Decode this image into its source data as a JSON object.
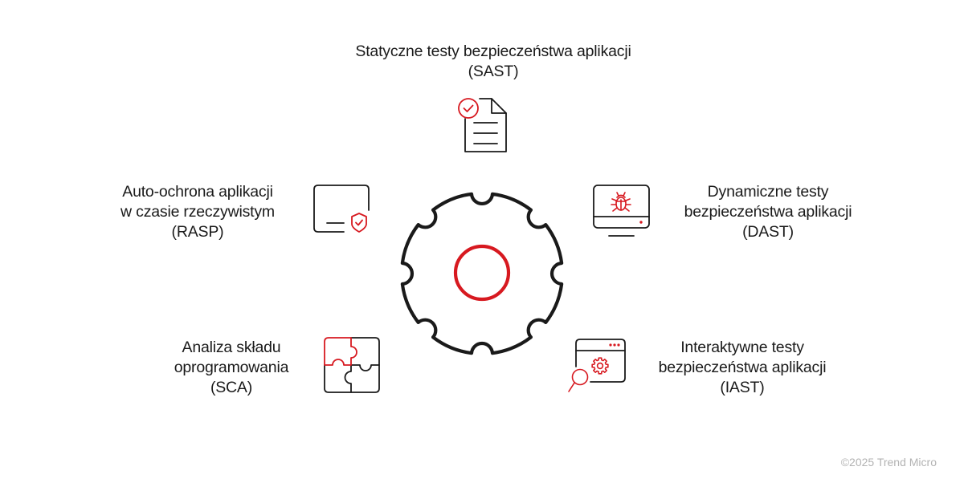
{
  "colors": {
    "accent": "#d71920",
    "stroke": "#1a1a1a",
    "text": "#1a1a1a",
    "muted": "#b3b3b3",
    "background": "#ffffff"
  },
  "center": {
    "icon": "gear-icon",
    "inner_icon": "circle-icon"
  },
  "items": [
    {
      "id": "sast",
      "icon": "document-check-icon",
      "lines": [
        "Statyczne testy bezpieczeństwa aplikacji",
        "(SAST)"
      ]
    },
    {
      "id": "dast",
      "icon": "monitor-bug-icon",
      "lines": [
        "Dynamiczne testy",
        "bezpieczeństwa aplikacji",
        "(DAST)"
      ]
    },
    {
      "id": "iast",
      "icon": "window-gear-search-icon",
      "lines": [
        "Interaktywne testy",
        "bezpieczeństwa aplikacji",
        "(IAST)"
      ]
    },
    {
      "id": "sca",
      "icon": "puzzle-icon",
      "lines": [
        "Analiza składu",
        "oprogramowania",
        "(SCA)"
      ]
    },
    {
      "id": "rasp",
      "icon": "screen-shield-icon",
      "lines": [
        "Auto-ochrona aplikacji",
        "w czasie rzeczywistym",
        "(RASP)"
      ]
    }
  ],
  "footer": {
    "copyright": "©2025 Trend Micro"
  }
}
